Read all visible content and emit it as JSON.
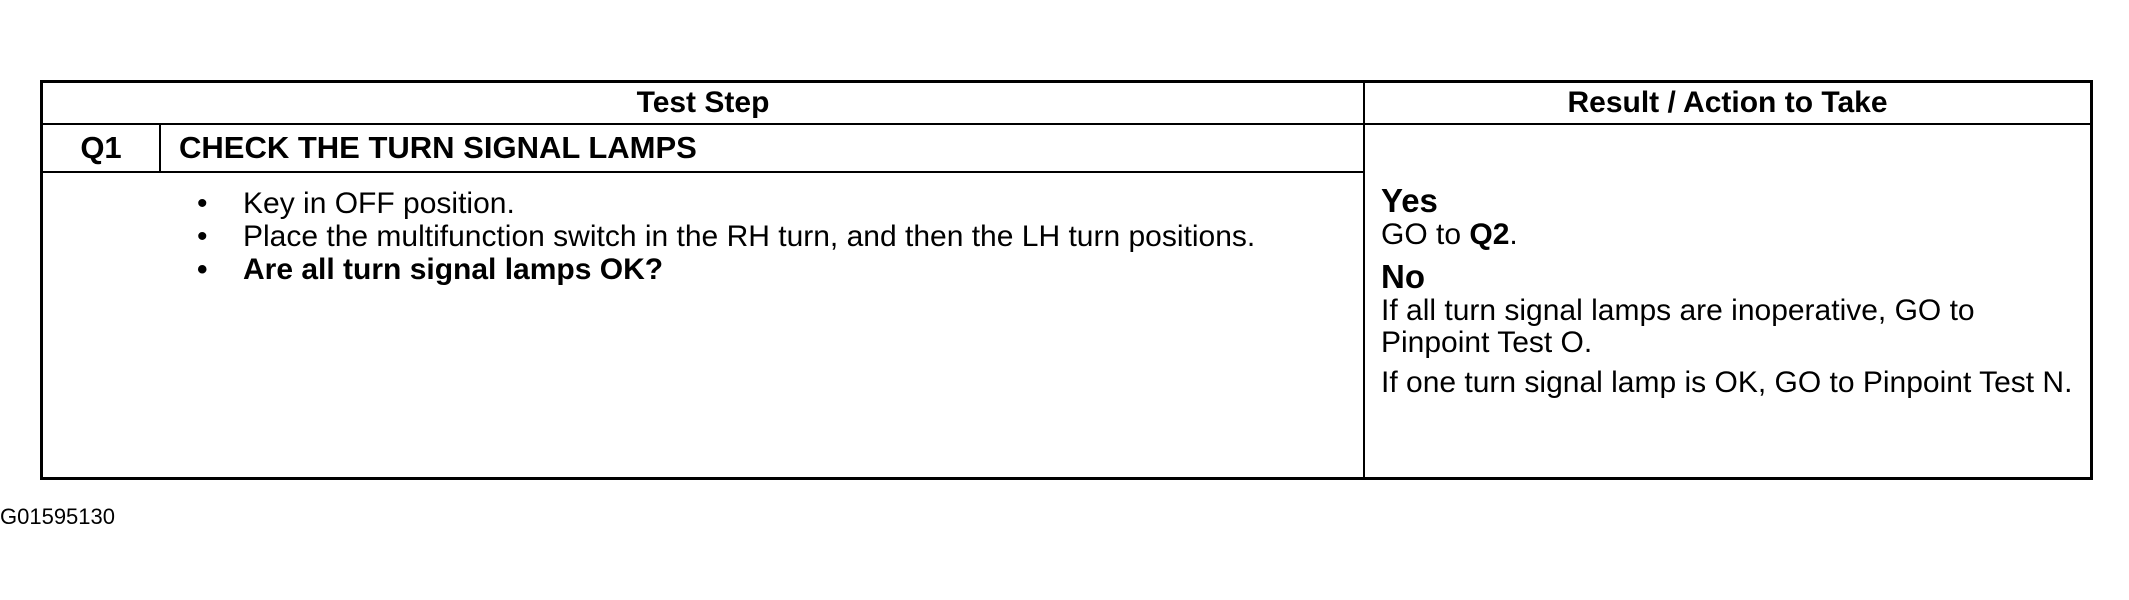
{
  "table": {
    "header_left": "Test Step",
    "header_right": "Result / Action to Take",
    "step_id": "Q1",
    "step_title": "CHECK THE TURN SIGNAL LAMPS",
    "bullets": [
      "Key in OFF position.",
      "Place the multifunction switch in the RH turn, and then the LH turn positions.",
      "Are all turn signal lamps OK?"
    ],
    "bullet_glyph": "•",
    "results": {
      "yes_label": "Yes",
      "yes_text_prefix": "GO to ",
      "yes_text_target": "Q2",
      "yes_text_suffix": ".",
      "no_label": "No",
      "no_text_1": "If all turn signal lamps are inoperative, GO to Pinpoint Test O.",
      "no_text_2": "If one turn signal lamp is OK, GO to Pinpoint Test N."
    }
  },
  "figure_id": "G01595130"
}
